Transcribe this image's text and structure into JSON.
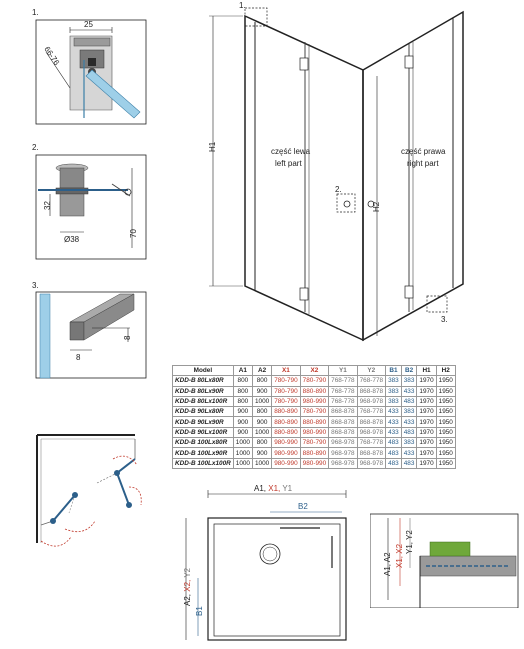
{
  "step_labels": [
    "1.",
    "2.",
    "3."
  ],
  "detail1": {
    "dim_top": "25",
    "dim_side": "66-76"
  },
  "detail2": {
    "dim_h": "32",
    "dim_d": "Ø38",
    "dim_total": "70"
  },
  "detail3": {
    "dim_h": "8",
    "dim_w": "8"
  },
  "front_view": {
    "left_label_pl": "część lewa",
    "left_label_en": "left part",
    "right_label_pl": "część prawa",
    "right_label_en": "right part",
    "h1": "H1",
    "h2": "H2",
    "callout1": "1.",
    "callout2": "2.",
    "callout3": "3."
  },
  "table": {
    "headers": [
      "Model",
      "A1",
      "A2",
      "X1",
      "X2",
      "Y1",
      "Y2",
      "B1",
      "B2",
      "H1",
      "H2"
    ],
    "rows": [
      [
        "KDD-B 80Lx80R",
        "800",
        "800",
        "780-790",
        "780-790",
        "768-778",
        "768-778",
        "383",
        "383",
        "1970",
        "1950"
      ],
      [
        "KDD-B 80Lx90R",
        "800",
        "900",
        "780-790",
        "880-890",
        "768-778",
        "868-878",
        "383",
        "433",
        "1970",
        "1950"
      ],
      [
        "KDD-B 80Lx100R",
        "800",
        "1000",
        "780-790",
        "980-990",
        "768-778",
        "968-978",
        "383",
        "483",
        "1970",
        "1950"
      ],
      [
        "KDD-B 90Lx80R",
        "900",
        "800",
        "880-890",
        "780-790",
        "868-878",
        "768-778",
        "433",
        "383",
        "1970",
        "1950"
      ],
      [
        "KDD-B 90Lx90R",
        "900",
        "900",
        "880-890",
        "880-890",
        "868-878",
        "868-878",
        "433",
        "433",
        "1970",
        "1950"
      ],
      [
        "KDD-B 90Lx100R",
        "900",
        "1000",
        "880-890",
        "980-990",
        "868-878",
        "968-978",
        "433",
        "483",
        "1970",
        "1950"
      ],
      [
        "KDD-B 100Lx80R",
        "1000",
        "800",
        "980-990",
        "780-790",
        "968-978",
        "768-778",
        "483",
        "383",
        "1970",
        "1950"
      ],
      [
        "KDD-B 100Lx90R",
        "1000",
        "900",
        "980-990",
        "880-890",
        "968-978",
        "868-878",
        "483",
        "433",
        "1970",
        "1950"
      ],
      [
        "KDD-B 100Lx100R",
        "1000",
        "1000",
        "980-990",
        "980-990",
        "968-978",
        "968-978",
        "483",
        "483",
        "1970",
        "1950"
      ]
    ]
  },
  "plan_view": {
    "top_dim_a": "A1, ",
    "top_dim_x": "X1, ",
    "top_dim_y": "Y1",
    "top_dim_b": "B2",
    "side_dim_a": "A2, ",
    "side_dim_x": "X2, ",
    "side_dim_y": "Y2",
    "side_dim_b": "B1"
  },
  "side_detail": {
    "a": "A1, A2",
    "x": "X1, X2",
    "y": "Y1, Y2"
  },
  "colors": {
    "red": "#c0392b",
    "blue": "#2c5f8a",
    "glass": "#9ecfe8",
    "line": "#222222"
  }
}
